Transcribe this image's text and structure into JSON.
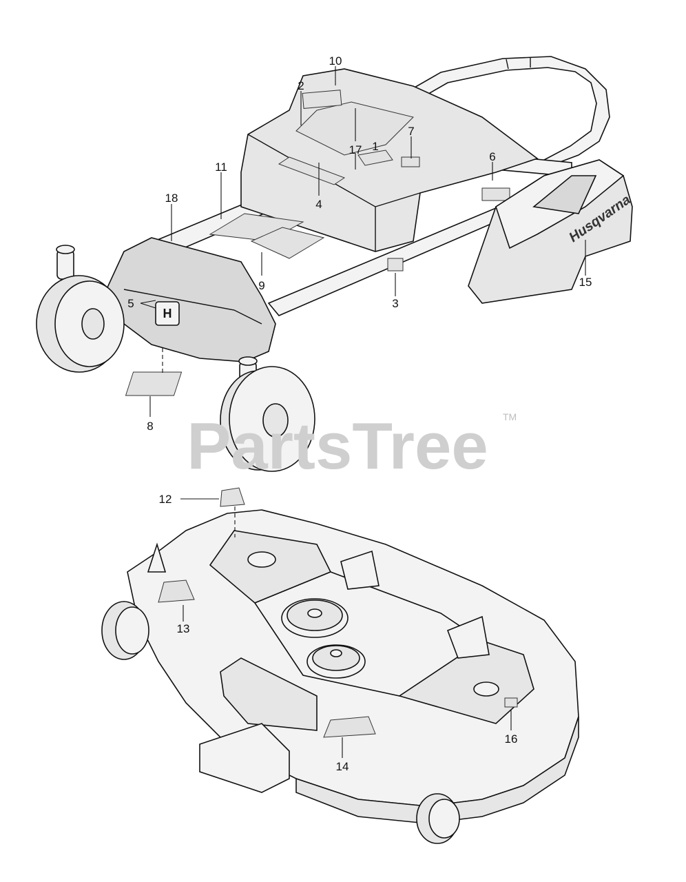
{
  "watermark": {
    "text": "PartsTree",
    "trademark": "TM"
  },
  "brand_text": "Husqvarna",
  "callouts": [
    "1",
    "2",
    "3",
    "4",
    "5",
    "6",
    "7",
    "8",
    "9",
    "10",
    "11",
    "12",
    "13",
    "14",
    "15",
    "16",
    "17",
    "18"
  ],
  "colors": {
    "line": "#111111",
    "watermark": "#cfcfcf",
    "decal": "#e2e2e2"
  }
}
